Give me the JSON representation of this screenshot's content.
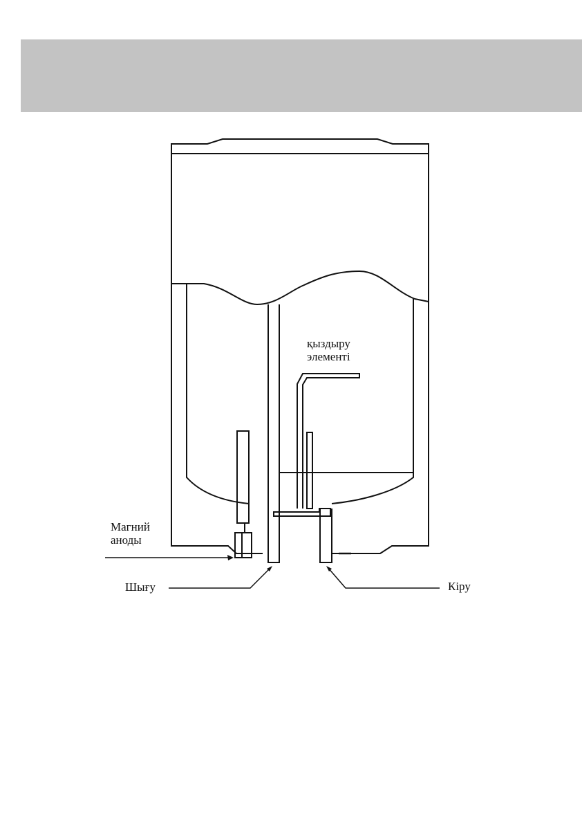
{
  "header": {
    "title": ""
  },
  "diagram": {
    "labels": {
      "heating_element": "қыздыру\nэлементі",
      "magnesium_anode": "Магний\nаноды",
      "outlet": "Шығу",
      "inlet": "Кіру"
    }
  }
}
